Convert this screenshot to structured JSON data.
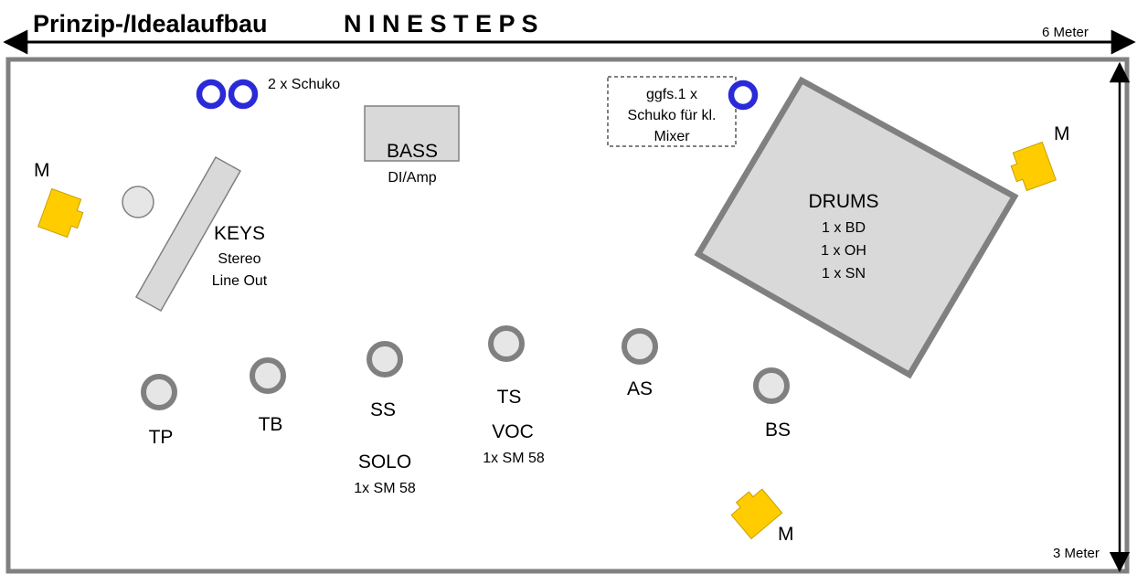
{
  "title": {
    "main": "Prinzip-/Idealaufbau",
    "band": "N I N E S T E P S"
  },
  "dimensions": {
    "width_label": "6 Meter",
    "depth_label": "3 Meter"
  },
  "power": {
    "schuko_label": "2 x Schuko",
    "optional_line1": "ggfs.1 x",
    "optional_line2": "Schuko für kl.",
    "optional_line3": "Mixer"
  },
  "bass": {
    "name": "BASS",
    "sub": "DI/Amp"
  },
  "keys": {
    "name": "KEYS",
    "line1": "Stereo",
    "line2": "Line Out"
  },
  "drums": {
    "name": "DRUMS",
    "mic1": "1 x BD",
    "mic2": "1 x OH",
    "mic3": "1 x SN"
  },
  "monitors": {
    "left": "M",
    "right": "M",
    "front": "M"
  },
  "players": {
    "tp": "TP",
    "tb": "TB",
    "ss": "SS",
    "ts": "TS",
    "as": "AS",
    "bs": "BS"
  },
  "solo": {
    "name": "SOLO",
    "mic": "1x SM 58"
  },
  "voc": {
    "name": "VOC",
    "mic": "1x SM 58"
  },
  "colors": {
    "stage_border": "#808080",
    "equipment_fill": "#d9d9d9",
    "equipment_stroke": "#808080",
    "monitor_fill": "#ffcc00",
    "outlet": "#2a2ad8",
    "stand_fill": "#e6e6e6"
  }
}
